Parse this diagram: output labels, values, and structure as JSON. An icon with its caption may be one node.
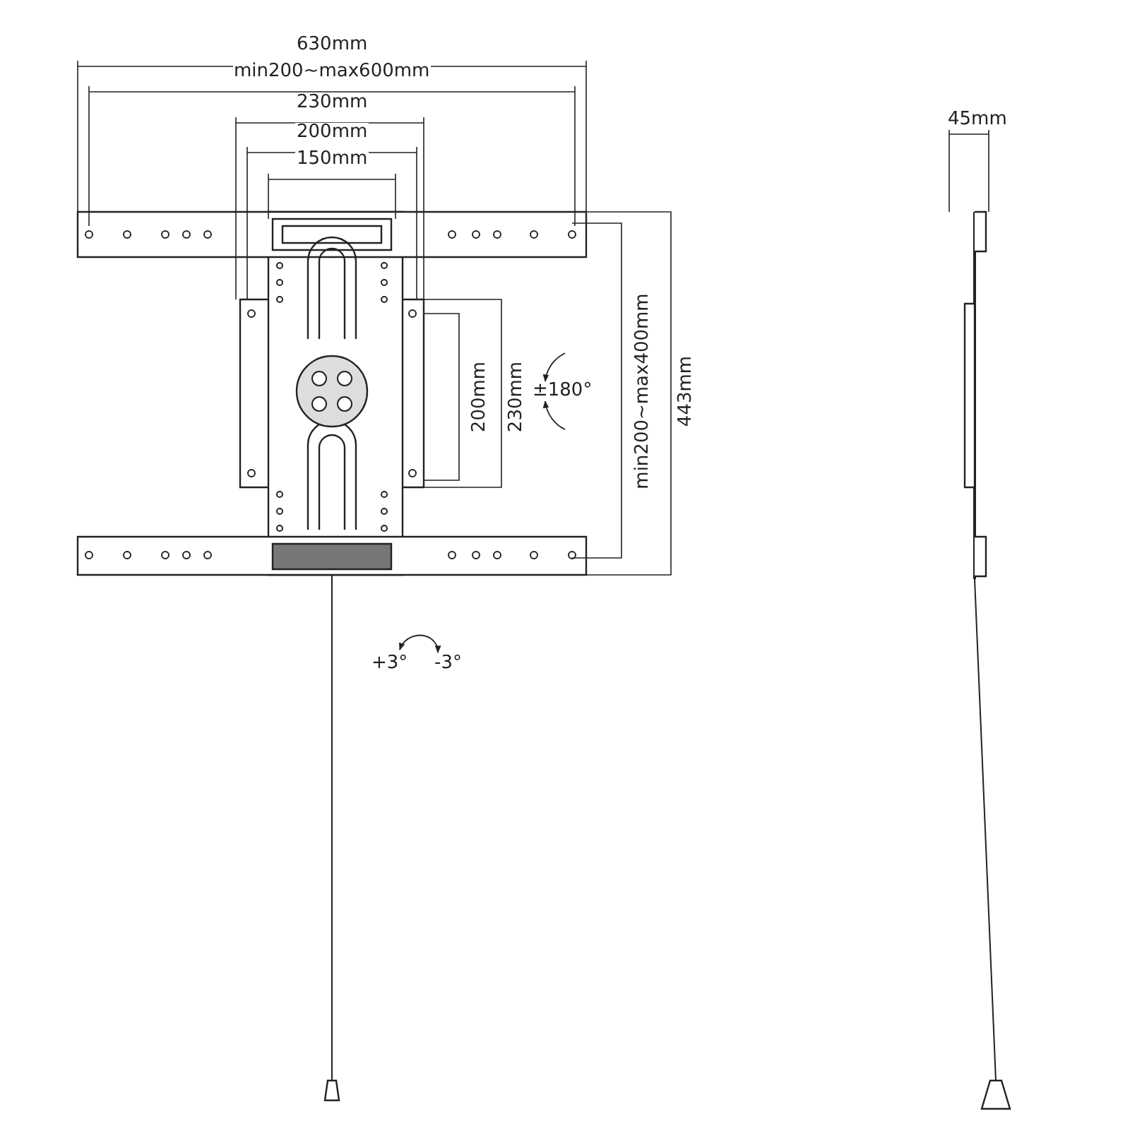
{
  "diagram": {
    "labels": [
      "630mm",
      "min200~max600mm",
      "230mm",
      "200mm",
      "150mm",
      "200mm",
      "230mm",
      "±180°",
      "min200~max400mm",
      "443mm",
      "+3°",
      "-3°",
      "45mm"
    ]
  }
}
